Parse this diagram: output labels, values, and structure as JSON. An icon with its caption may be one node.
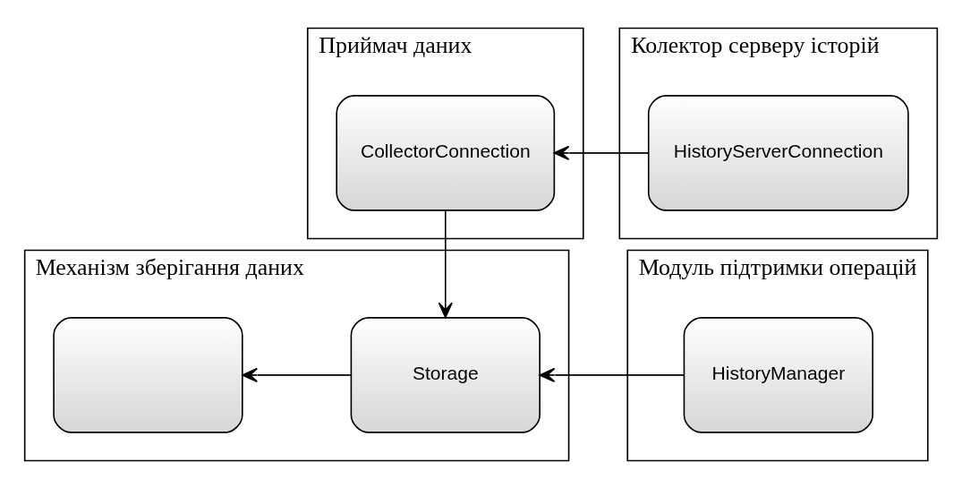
{
  "diagram": {
    "nodes": [
      {
        "text": [
          "Приймач даних"
        ]
      },
      {
        "text": [
          "CollectorConnection"
        ],
        "in": 0
      },
      {
        "text": [
          "Колектор серверу історій"
        ]
      },
      {
        "text": [
          "HistoryServerConnection"
        ],
        "in": 2
      },
      {
        "text": [
          "Механізм зберігання даних"
        ]
      },
      {
        "text": [],
        "shape": "box",
        "in": 4
      },
      {
        "text": [
          "Storage"
        ],
        "in": 4
      },
      {
        "text": [
          "Модуль підтримки операцій"
        ]
      },
      {
        "text": [
          "HistoryManager"
        ],
        "in": 7
      }
    ],
    "edges": [
      {
        "from": 3,
        "to": 1,
        "arrow": "to"
      },
      {
        "from": 1,
        "to": 6,
        "arrow": "to"
      },
      {
        "from": 6,
        "to": 5,
        "arrow": "to"
      },
      {
        "from": 8,
        "to": 6,
        "arrow": "to"
      }
    ]
  }
}
